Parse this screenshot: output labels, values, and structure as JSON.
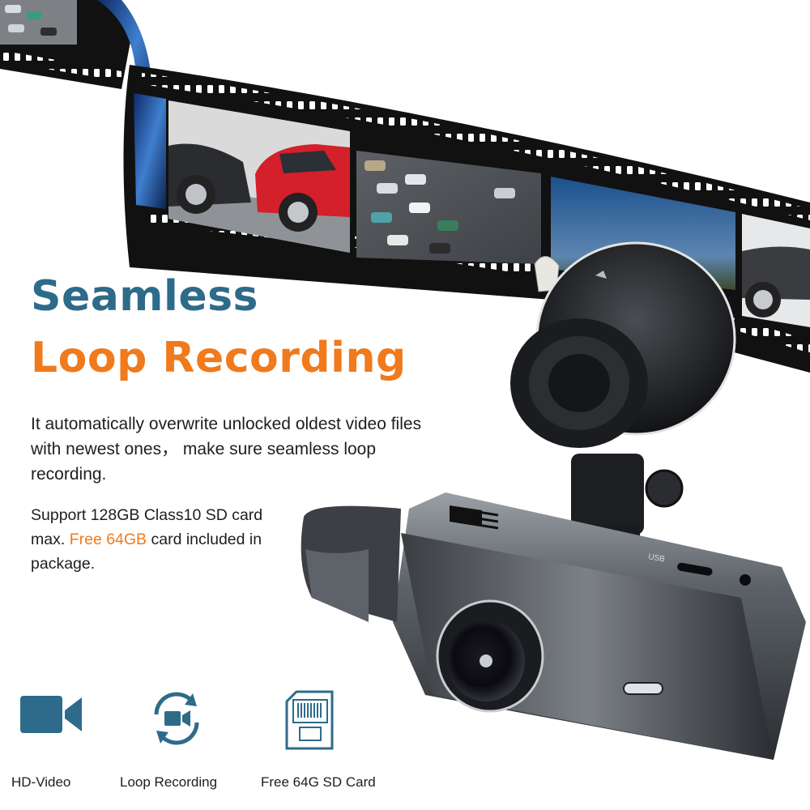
{
  "headline": {
    "line1": "Seamless",
    "line2": "Loop Recording",
    "colors": {
      "line1": "#2e6b8a",
      "line2": "#f07a1c"
    }
  },
  "description": "It automatically overwrite unlocked oldest video files with newest ones， make sure seamless loop recording.",
  "support": {
    "text_before": "Support 128GB Class10 SD card max.  ",
    "highlight": "Free 64GB",
    "text_after": " card included in package."
  },
  "device_port_label": "USB",
  "features": [
    {
      "icon": "video-camera-icon",
      "label": "HD-Video"
    },
    {
      "icon": "loop-recording-icon",
      "label": "Loop Recording"
    },
    {
      "icon": "sd-card-icon",
      "label": "Free 64G SD Card"
    }
  ],
  "accent_colors": {
    "icon_blue": "#2e6b8a",
    "highlight_orange": "#f07a1c"
  }
}
